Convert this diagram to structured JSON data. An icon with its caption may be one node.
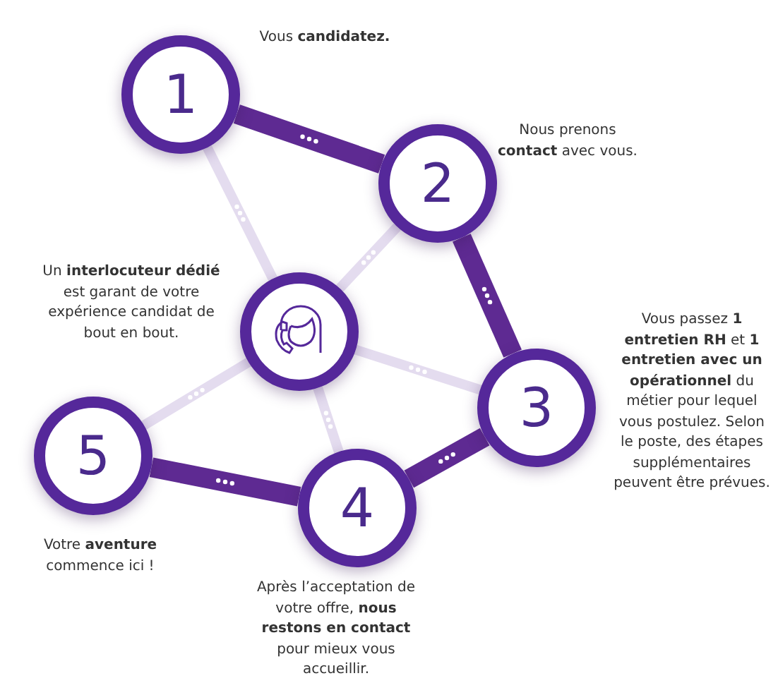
{
  "diagram": {
    "nodes": [
      {
        "text": [
          "1"
        ],
        "beside": [
          "Vous **candidatez.**"
        ]
      },
      {
        "text": [
          "2"
        ],
        "beside": [
          "Nous prenons **contact** avec vous."
        ]
      },
      {
        "text": [],
        "shape": "circle",
        "beside": [
          "Un **interlocuteur dédié** est garant de votre expérience candidat de bout en bout."
        ]
      },
      {
        "text": [
          "3"
        ],
        "beside": [
          "Vous passez **1 entretien RH** et **1 entretien avec un opérationnel** du métier pour lequel vous postulez. Selon le poste, des étapes supplémentaires peuvent être prévues."
        ]
      },
      {
        "text": [
          "5"
        ],
        "beside": [
          "Votre **aventure** commence ici !"
        ]
      },
      {
        "text": [
          "4"
        ],
        "beside": [
          "Après l’acceptation de votre offre, **nous restons en contact** pour mieux vous accueillir."
        ]
      }
    ],
    "edges": [
      {
        "from": 0,
        "to": 1,
        "arrow": "none",
        "style": "thick",
        "color": "#5e2a92"
      },
      {
        "from": 1,
        "to": 3,
        "arrow": "none",
        "style": "thick",
        "color": "#5e2a92"
      },
      {
        "from": 3,
        "to": 5,
        "arrow": "none",
        "style": "thick",
        "color": "#5e2a92"
      },
      {
        "from": 5,
        "to": 4,
        "arrow": "none",
        "style": "thick",
        "color": "#5e2a92"
      },
      {
        "from": 2,
        "to": 0,
        "arrow": "none"
      },
      {
        "from": 2,
        "to": 1,
        "arrow": "none"
      },
      {
        "from": 2,
        "to": 3,
        "arrow": "none"
      },
      {
        "from": 2,
        "to": 4,
        "arrow": "none"
      },
      {
        "from": 2,
        "to": 5,
        "arrow": "none"
      }
    ]
  }
}
